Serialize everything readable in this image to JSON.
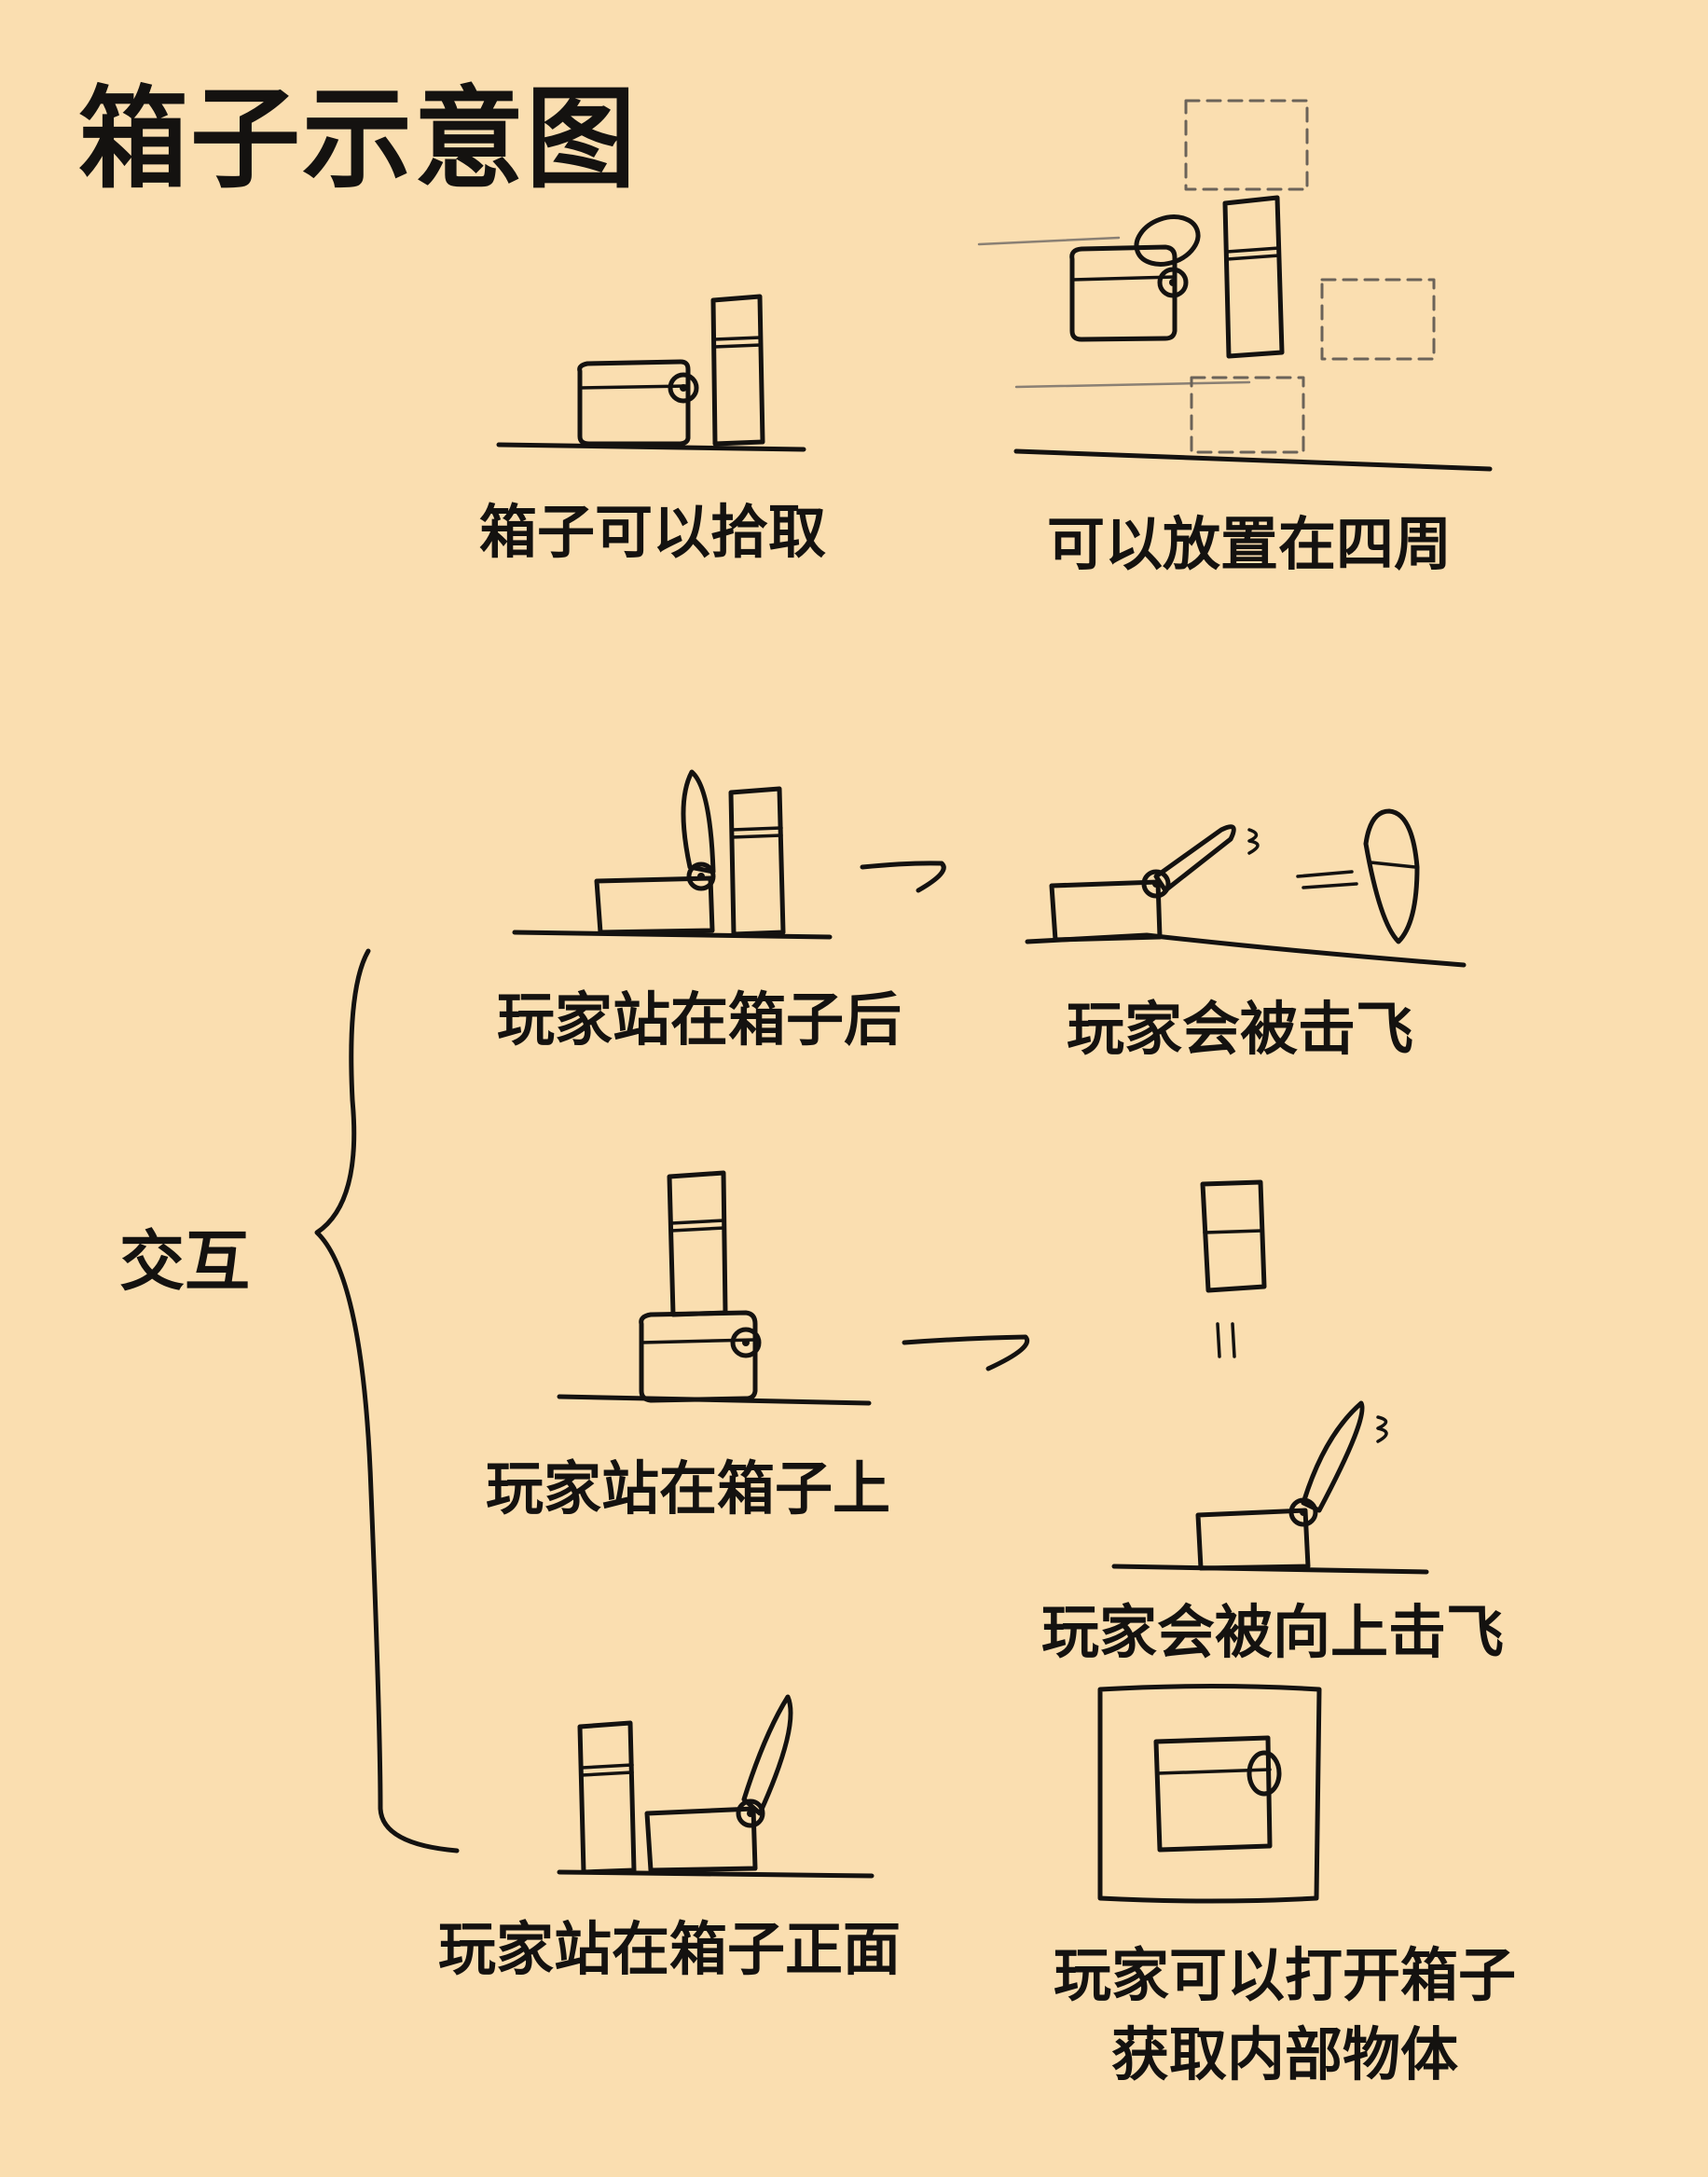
{
  "title": "箱子示意图",
  "side_label": "交互",
  "captions": {
    "pickup": "箱子可以拾取",
    "place_around": "可以放置在四周",
    "behind": "玩家站在箱子后",
    "knocked": "玩家会被击飞",
    "on_top": "玩家站在箱子上",
    "knocked_up": "玩家会被向上击飞",
    "front": "玩家站在箱子正面",
    "open_line1": "玩家可以打开箱子",
    "open_line2": "获取内部物体"
  },
  "colors": {
    "background": "#FADEB0",
    "ink": "#141210"
  }
}
